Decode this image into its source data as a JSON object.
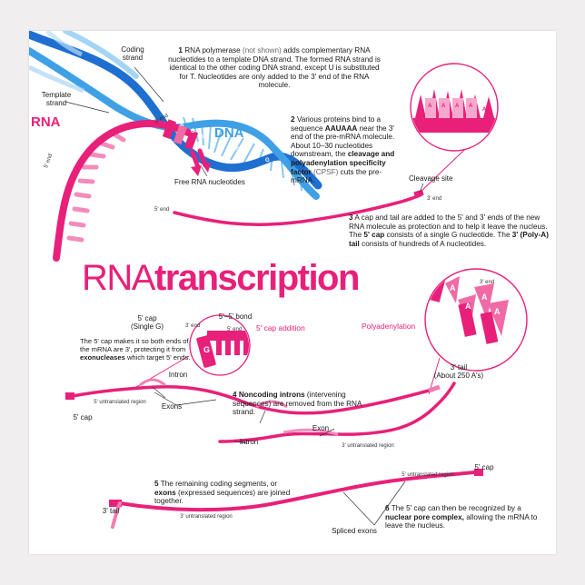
{
  "labels": {
    "coding_strand": "Coding strand",
    "template_strand": "Template strand",
    "rna": "RNA",
    "dna": "DNA",
    "five_end_left": "5' end",
    "three_end_dna": "3' end",
    "free_nucleotides": "Free RNA nucleotides",
    "cleavage_site": "Cleavage site",
    "three_end_cleave": "3' end",
    "five_end_mrna": "5' end",
    "five_cap_single": "5' cap",
    "single_g": "(Single G)",
    "three_end_cap": "3' end",
    "five_five_bond": "5'–5' bond",
    "five_end_cap": "5' end",
    "cap_addition": "5' cap addition",
    "g_letter": "G",
    "polyadenylation": "Polyadenylation",
    "three_end_poly": "3' end",
    "three_tail": "3' tail",
    "about_250": "(About 250 A's)",
    "intron_1": "Intron",
    "exons_1": "Exons",
    "utr_5_a": "5' untranslated region",
    "five_cap_a": "5' cap",
    "intron_2": "Intron",
    "exon_2": "Exon",
    "utr_3_a": "3' untranslated region",
    "utr_5_b": "5' untranslated region",
    "five_cap_b": "5' cap",
    "three_tail_b": "3' tail",
    "utr_3_b": "3' untranslated region",
    "spliced_exons": "Spliced exons",
    "nt_dna": [
      "A",
      "G",
      "C",
      "C",
      "A",
      "G"
    ],
    "nt_poly": [
      "A",
      "A",
      "A",
      "A",
      "A"
    ],
    "nt_tail": [
      "A",
      "A",
      "A",
      "A"
    ]
  },
  "title": {
    "part1": "RNA",
    "part2": "transcription"
  },
  "steps": {
    "s1_num": "1",
    "s1_a": "RNA polymerase",
    "s1_b": "(not shown)",
    "s1_c": "adds complementary RNA nucleotides to a template DNA strand. The formed RNA strand is identical to the other coding DNA strand, except U is substituted for T. Nucleotides are only added to the 3' end of the RNA molecule.",
    "s2_num": "2",
    "s2_a": "Various proteins bind to a sequence",
    "s2_b": "AAUAAA",
    "s2_c": "near the 3' end of the pre-mRNA molecule. About 10–30 nucleotides downstream, the",
    "s2_d": "cleavage and polyadenylation specificity factor",
    "s2_e": "(CPSF)",
    "s2_f": "cuts the pre-mRNA.",
    "s3_num": "3",
    "s3_a": "A cap and tail are added to the 5' and 3' ends of the new RNA molecule as protection and to help it leave the nucleus. The",
    "s3_b": "5' cap",
    "s3_c": "consists of a single G nucleotide. The",
    "s3_d": "3' (Poly-A) tail",
    "s3_e": "consists of hundreds of A nucleotides.",
    "cap_note_a": "The 5' cap makes it so both ends of the mRNA are 3', protecting it  from",
    "cap_note_b": "exonucleases",
    "cap_note_c": "which target 5' ends.",
    "s4_num": "4",
    "s4_a": "Noncoding",
    "s4_b": "introns",
    "s4_c": "(intervening sequences) are removed from the RNA strand.",
    "s5_num": "5",
    "s5_a": "The remaining coding segments, or",
    "s5_b": "exons",
    "s5_c": "(expressed sequences) are joined together.",
    "s6_num": "6",
    "s6_a": "The 5' cap can then be recognized by a",
    "s6_b": "nuclear pore complex,",
    "s6_c": "allowing the mRNA to leave the nucleus."
  },
  "colors": {
    "pink": "#e8207a",
    "blue": "#3fa0e6",
    "dark_blue": "#1f6fd0",
    "light_pink": "#f8c6dc"
  }
}
